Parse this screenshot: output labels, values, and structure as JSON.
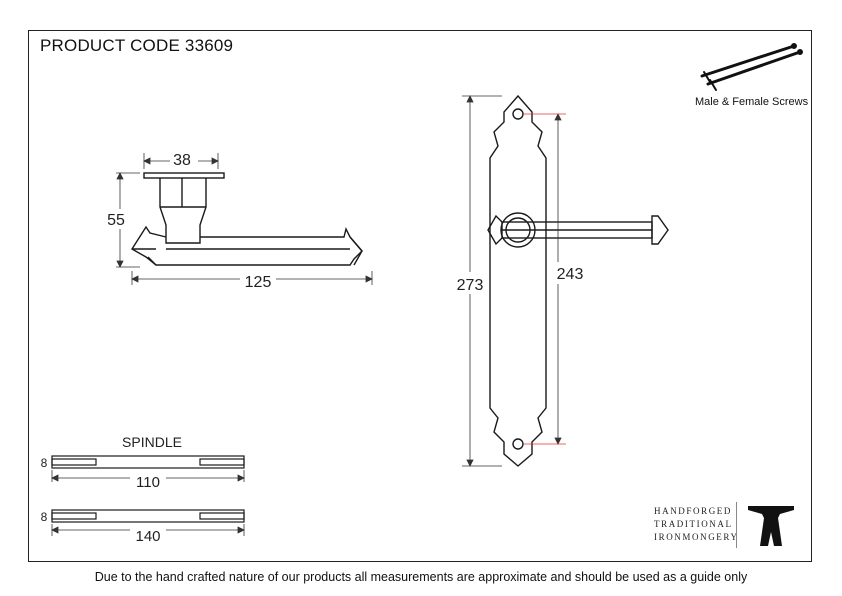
{
  "header": {
    "product_code": "PRODUCT CODE 33609"
  },
  "screws": {
    "label": "Male & Female Screws",
    "icon": "screws-icon"
  },
  "side_view": {
    "dim_width_top": "38",
    "dim_height": "55",
    "dim_length": "125"
  },
  "front_view": {
    "dim_overall": "273",
    "dim_centres": "243"
  },
  "spindle": {
    "title": "SPINDLE",
    "short": {
      "thickness": "8",
      "length": "110"
    },
    "long": {
      "thickness": "8",
      "length": "140"
    }
  },
  "brand": {
    "line1": "HANDFORGED",
    "line2": "TRADITIONAL",
    "line3": "IRONMONGERY",
    "logo_icon": "anvil-icon"
  },
  "footer": {
    "note": "Due to the hand crafted nature of our products all measurements are approximate and should be used as a guide only"
  },
  "colors": {
    "line": "#1a1a1a",
    "dimension": "#333333",
    "highlight": "#e03030"
  }
}
